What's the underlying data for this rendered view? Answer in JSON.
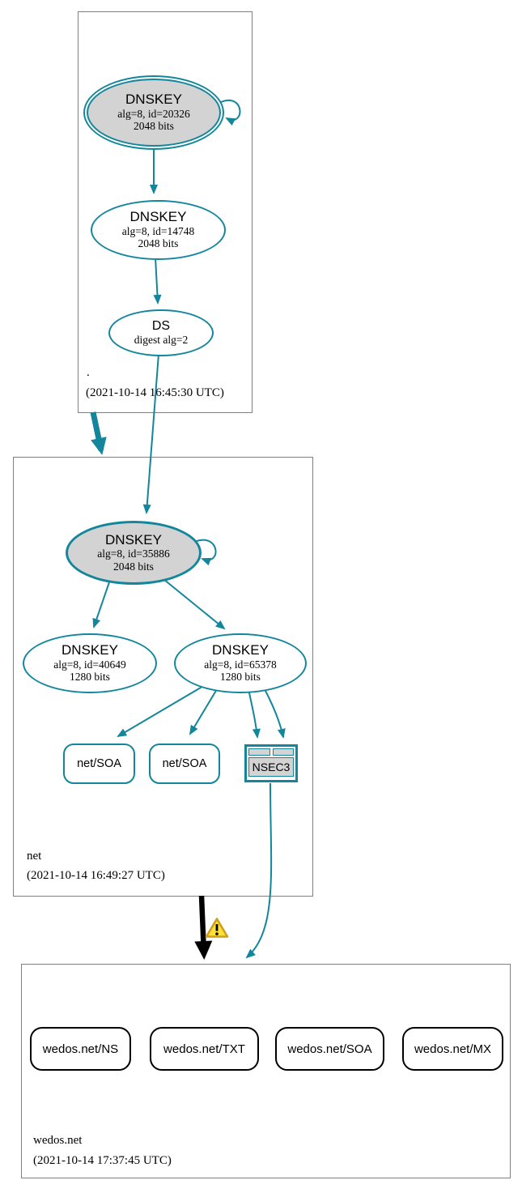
{
  "zones": {
    "root": {
      "label": ".",
      "timestamp": "(2021-10-14 16:45:30 UTC)",
      "ksk": {
        "title": "DNSKEY",
        "detail1": "alg=8, id=20326",
        "detail2": "2048 bits"
      },
      "zsk": {
        "title": "DNSKEY",
        "detail1": "alg=8, id=14748",
        "detail2": "2048 bits"
      },
      "ds": {
        "title": "DS",
        "detail1": "digest alg=2"
      }
    },
    "net": {
      "label": "net",
      "timestamp": "(2021-10-14 16:49:27 UTC)",
      "ksk": {
        "title": "DNSKEY",
        "detail1": "alg=8, id=35886",
        "detail2": "2048 bits"
      },
      "zsk_a": {
        "title": "DNSKEY",
        "detail1": "alg=8, id=40649",
        "detail2": "1280 bits"
      },
      "zsk_b": {
        "title": "DNSKEY",
        "detail1": "alg=8, id=65378",
        "detail2": "1280 bits"
      },
      "soa_a": {
        "label": "net/SOA"
      },
      "soa_b": {
        "label": "net/SOA"
      },
      "nsec3": {
        "label": "NSEC3"
      }
    },
    "wedos": {
      "label": "wedos.net",
      "timestamp": "(2021-10-14 17:37:45 UTC)",
      "rrsets": [
        {
          "label": "wedos.net/NS"
        },
        {
          "label": "wedos.net/TXT"
        },
        {
          "label": "wedos.net/SOA"
        },
        {
          "label": "wedos.net/MX"
        }
      ]
    }
  },
  "icons": {
    "warning": "exclamation-triangle"
  },
  "colors": {
    "edge_teal": "#13869C",
    "ksk_fill": "#D3D3D3",
    "zone_box_border": "#7F7F7F",
    "insecure_edge_black": "#000000",
    "warning_fill": "#FFE13A",
    "warning_border": "#D19E1C"
  }
}
